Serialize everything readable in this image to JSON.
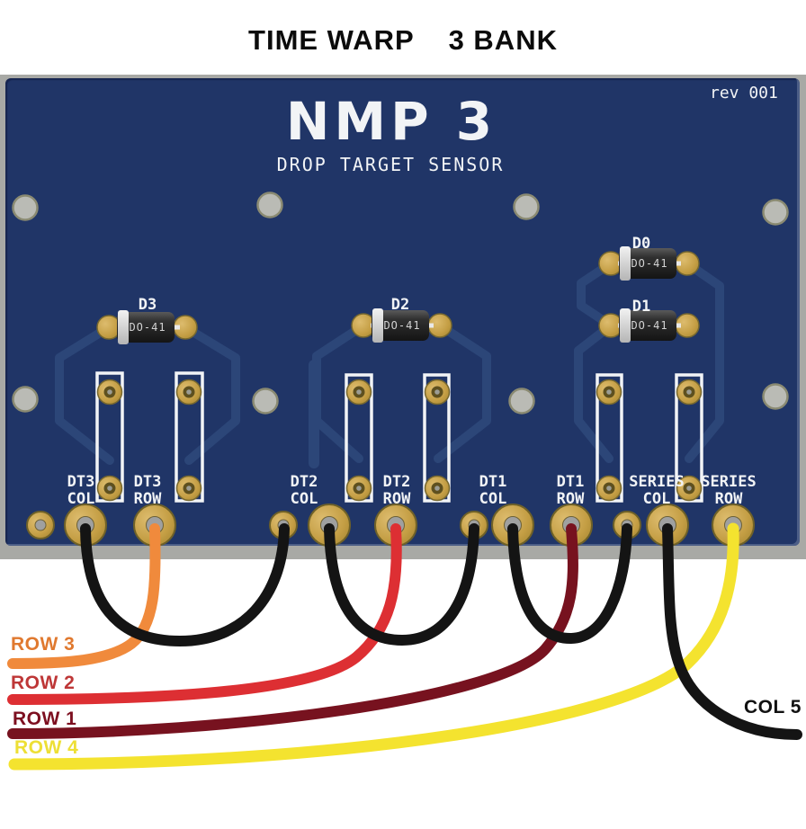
{
  "page_title": "TIME WARP    3 BANK",
  "board": {
    "name": "NMP 3",
    "subtitle": "DROP TARGET SENSOR",
    "rev": "rev 001",
    "pcb_color": "#203567",
    "silkscreen_color": "#F2F4F6",
    "trace_color": "#2C4678",
    "pad_gold_color": "#C49E44"
  },
  "diodes": [
    {
      "ref": "D0",
      "package": "DO-41"
    },
    {
      "ref": "D1",
      "package": "DO-41"
    },
    {
      "ref": "D2",
      "package": "DO-41"
    },
    {
      "ref": "D3",
      "package": "DO-41"
    }
  ],
  "pads": [
    {
      "line1": "DT3",
      "line2": "COL"
    },
    {
      "line1": "DT3",
      "line2": "ROW"
    },
    {
      "line1": "DT2",
      "line2": "COL"
    },
    {
      "line1": "DT2",
      "line2": "ROW"
    },
    {
      "line1": "DT1",
      "line2": "COL"
    },
    {
      "line1": "DT1",
      "line2": "ROW"
    },
    {
      "line1": "SERIES",
      "line2": "COL"
    },
    {
      "line1": "SERIES",
      "line2": "ROW"
    }
  ],
  "wires": {
    "row3": {
      "label": "ROW 3",
      "label_color": "#E0792F",
      "wire_color": "#F08A3C"
    },
    "row2": {
      "label": "ROW 2",
      "label_color": "#BE3737",
      "wire_color": "#DD2F33"
    },
    "row1": {
      "label": "ROW 1",
      "label_color": "#7D0F20",
      "wire_color": "#77121F"
    },
    "row4": {
      "label": "ROW 4",
      "label_color": "#EDDF35",
      "wire_color": "#F4E32F"
    },
    "col5": {
      "label": "COL 5",
      "label_color": "#111111",
      "wire_color": "#141414"
    },
    "jumper_color": "#141414"
  }
}
